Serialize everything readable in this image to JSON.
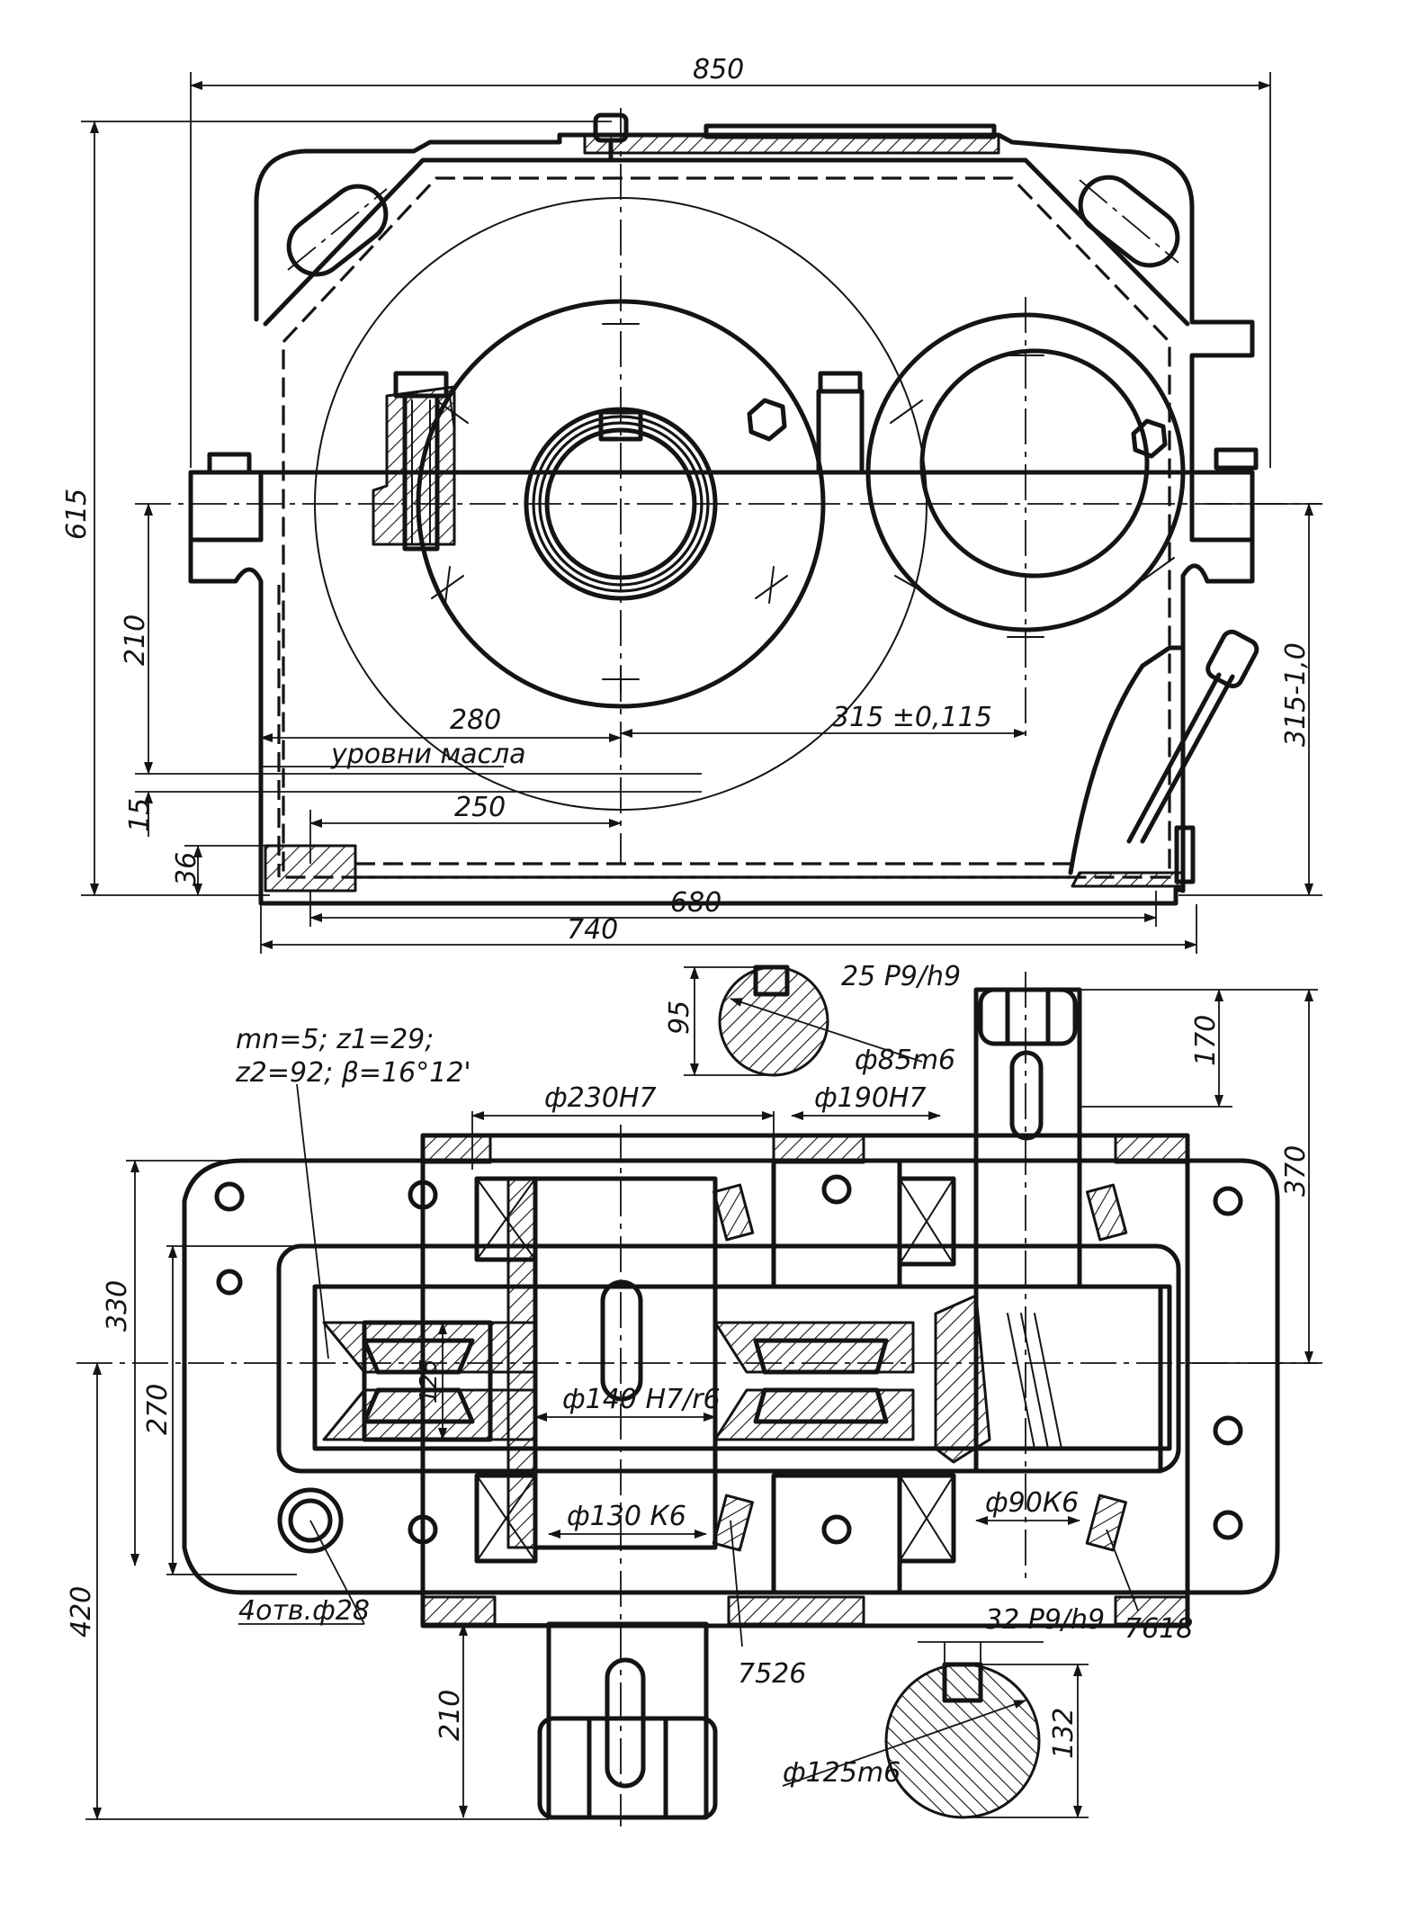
{
  "front_view": {
    "dim_overall_width": "850",
    "dim_overall_height": "615",
    "dim_axis_height": "210",
    "dim_oil_gap": "15",
    "dim_base_thickness": "36",
    "dim_wheel_offset": "280",
    "dim_center_distance": "315 ±0,115",
    "dim_oil_level_len": "250",
    "dim_right_height": "315-1,0",
    "dim_bolt_spacing": "680",
    "dim_base_length": "740",
    "oil_level_label": "уровни масла"
  },
  "top_view": {
    "gear_params_line1": "mn=5; z1=29;",
    "gear_params_line2": "z2=92; β=16°12'",
    "dim_housing_bore_left": "ф230H7",
    "dim_housing_bore_right": "ф190H7",
    "dim_width": "330",
    "dim_inner": "270",
    "dim_gear_width": "125",
    "dim_hub_fit": "ф140 H7/r6",
    "dim_bearing_seat_out": "ф130 К6",
    "dim_bearing_seat_in": "ф90К6",
    "dim_shaft_out_len": "210",
    "dim_half_width": "420",
    "dim_shaft_in_len": "170",
    "dim_shaft_in_total": "370",
    "holes_label": "4отв.ф28",
    "bearing_out": "7526",
    "bearing_in": "7618"
  },
  "section_input": {
    "key_width": "25 P9/h9",
    "depth": "95",
    "diameter": "ф85m6"
  },
  "section_output": {
    "key_width": "32 P9/h9",
    "depth": "132",
    "diameter": "ф125m6"
  }
}
